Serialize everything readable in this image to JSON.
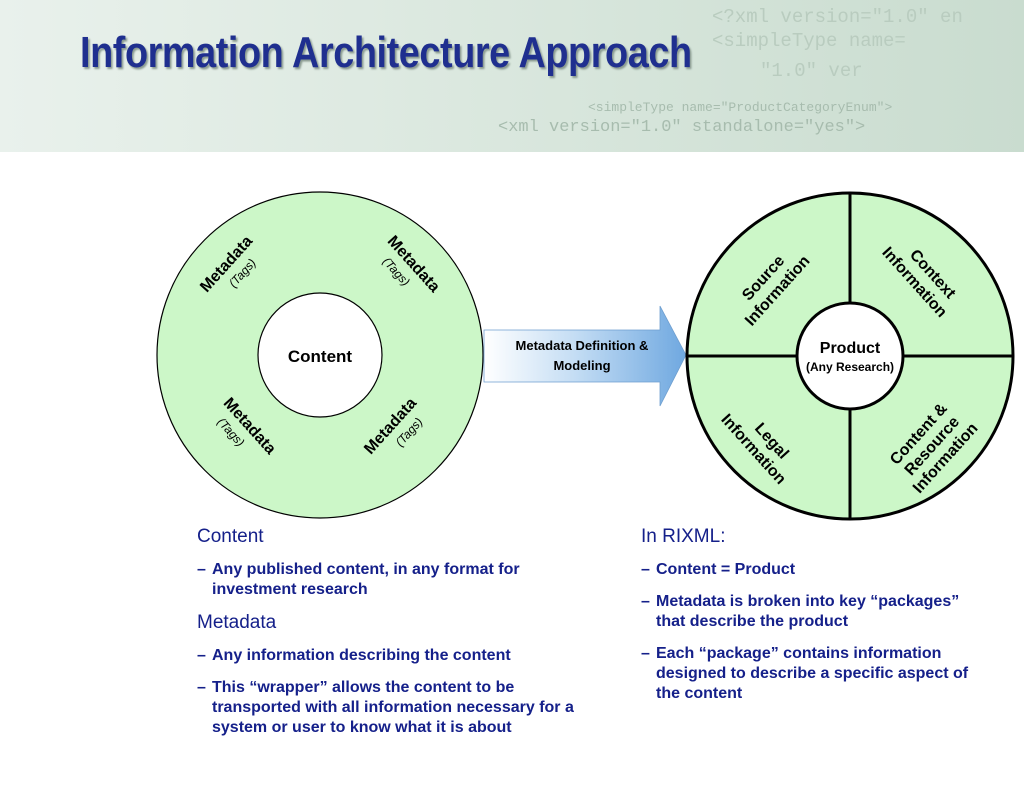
{
  "header": {
    "title": "Information Architecture Approach",
    "background_code": [
      "<?xml version=\"1.0\" en",
      "<simpleType name=",
      "\"1.0\" ver",
      "<simpleType name=\"ProductCategoryEnum\">",
      "<xml version=\"1.0\" standalone=\"yes\">"
    ]
  },
  "left_diagram": {
    "center_label": "Content",
    "metadata_label": "Metadata",
    "tags_label": "(Tags)"
  },
  "arrow": {
    "line1": "Metadata Definition &",
    "line2": "Modeling"
  },
  "right_diagram": {
    "center_title": "Product",
    "center_sub": "(Any Research)",
    "quadrants": {
      "top_left": [
        "Source",
        "Information"
      ],
      "top_right": [
        "Context",
        "Information"
      ],
      "bottom_left": [
        "Legal",
        "Information"
      ],
      "bottom_right": [
        "Content &",
        "Resource",
        "Information"
      ]
    }
  },
  "left_text": {
    "heading1": "Content",
    "bullets1": [
      "Any published content, in any format for investment research"
    ],
    "heading2": "Metadata",
    "bullets2": [
      "Any information describing the content",
      "This “wrapper” allows the content to be transported with all information necessary for a system or user to know what it is about"
    ]
  },
  "right_text": {
    "heading": "In RIXML:",
    "bullets": [
      "Content = Product",
      "Metadata is broken into key “packages” that describe the product",
      "Each “package” contains information designed to describe a specific aspect of the content"
    ]
  },
  "colors": {
    "title": "#1f2f8f",
    "ring_fill": "#ccf7c8",
    "body_text": "#15208a",
    "arrow_fill": "#7db3e6"
  },
  "dash_char": "–"
}
